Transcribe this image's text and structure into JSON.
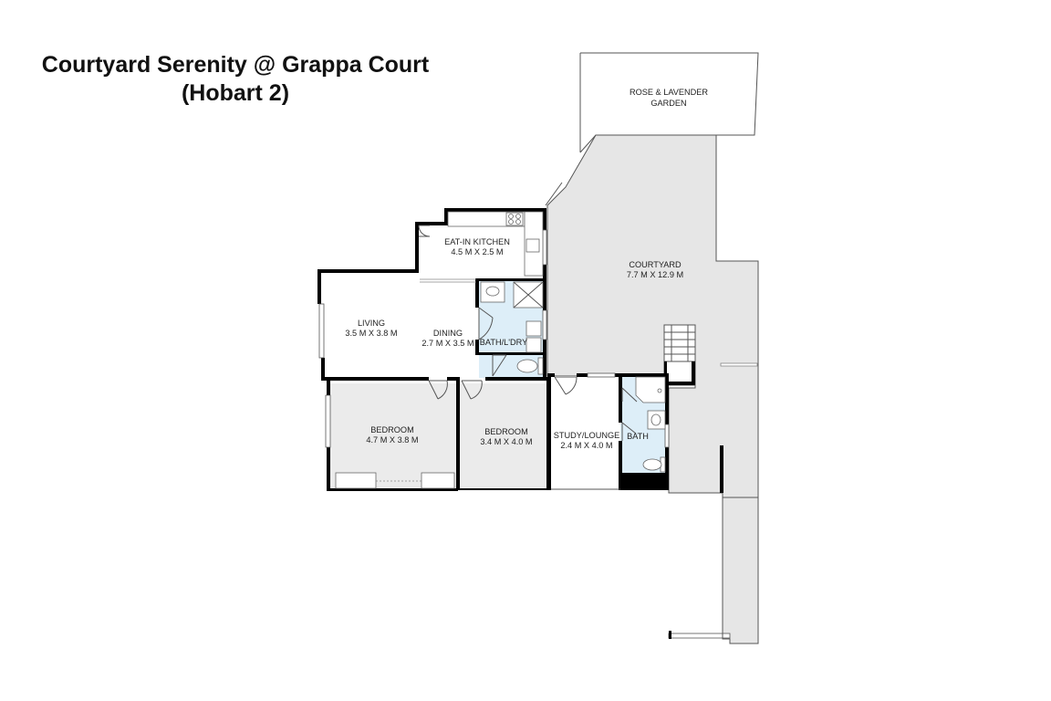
{
  "title": {
    "line1": "Courtyard Serenity @ Grappa Court",
    "line2": "(Hobart 2)"
  },
  "rooms": {
    "garden": {
      "name_line1": "ROSE & LAVENDER",
      "name_line2": "GARDEN"
    },
    "courtyard": {
      "name": "COURTYARD",
      "size": "7.7 M X 12.9 M"
    },
    "kitchen": {
      "name": "EAT-IN KITCHEN",
      "size": "4.5 M X 2.5 M"
    },
    "living": {
      "name": "LIVING",
      "size": "3.5 M X 3.8 M"
    },
    "dining": {
      "name": "DINING",
      "size": "2.7 M X 3.5 M"
    },
    "bath_laundry": {
      "name": "BATH/L'DRY"
    },
    "bedroom1": {
      "name": "BEDROOM",
      "size": "4.7 M X 3.8 M"
    },
    "bedroom2": {
      "name": "BEDROOM",
      "size": "3.4 M X 4.0 M"
    },
    "study": {
      "name": "STUDY/LOUNGE",
      "size": "2.4 M X 4.0 M"
    },
    "bath": {
      "name": "BATH"
    }
  },
  "colors": {
    "wall": "#000000",
    "paved_area": "#e6e6e6",
    "wet_area": "#ddeef8",
    "room_floor": "#ebebeb",
    "outline": "#555555"
  }
}
